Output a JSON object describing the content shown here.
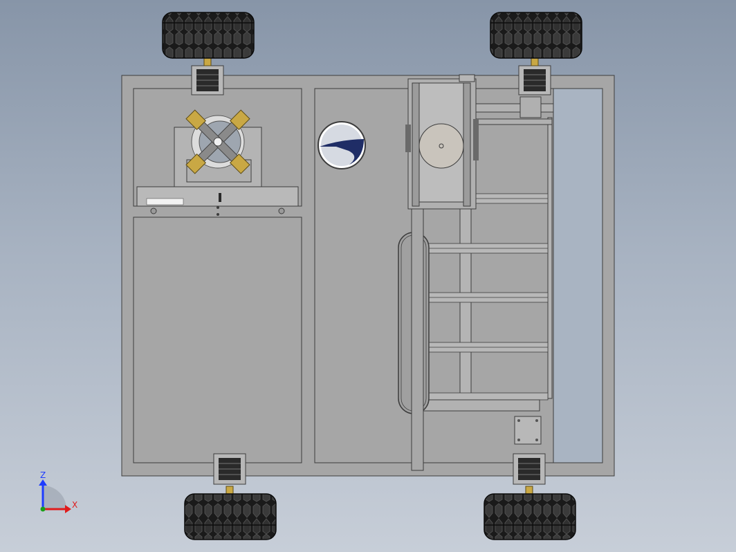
{
  "viewport": {
    "background_top": "#8795a8",
    "background_bottom": "#c7ced8",
    "model_fill": "#a6a6a6",
    "edge_color": "#3c3c3c"
  },
  "model": {
    "wheels": [
      {
        "id": "front-left"
      },
      {
        "id": "front-right"
      },
      {
        "id": "rear-left"
      },
      {
        "id": "rear-right"
      }
    ],
    "logo_icon": "blue-wave-logo-icon",
    "gripper_icon": "four-jaw-chuck-icon"
  },
  "triad": {
    "z_label": "Z",
    "x_label": "X",
    "z_color": "#1e3cff",
    "x_color": "#e01b1b",
    "y_color": "#18a018"
  }
}
